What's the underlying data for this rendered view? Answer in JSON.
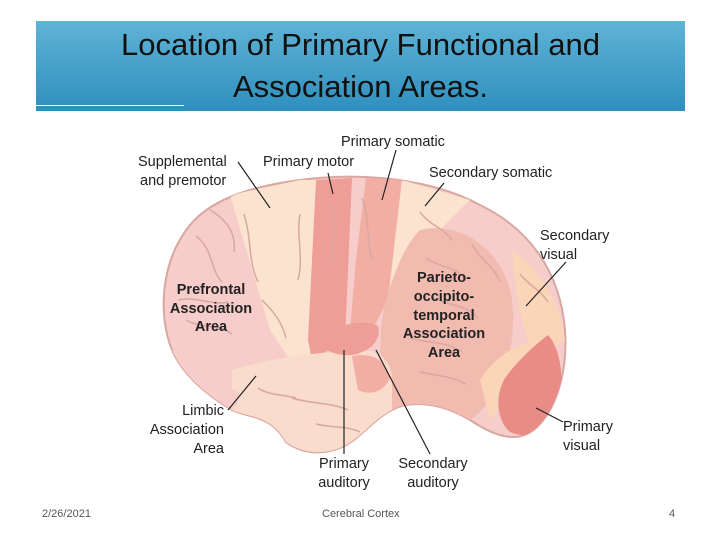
{
  "slide": {
    "title_line1": "Location of Primary Functional and",
    "title_line2": "Association Areas.",
    "footer_date": "2/26/2021",
    "footer_center": "Cerebral Cortex",
    "page_number": "4"
  },
  "diagram": {
    "labels": {
      "supplemental_1": "Supplemental",
      "supplemental_2": "and premotor",
      "primary_motor": "Primary motor",
      "primary_somatic": "Primary somatic",
      "secondary_somatic": "Secondary somatic",
      "secondary_visual_1": "Secondary",
      "secondary_visual_2": "visual",
      "prefrontal_1": "Prefrontal",
      "prefrontal_2": "Association",
      "prefrontal_3": "Area",
      "parieto_1": "Parieto-",
      "parieto_2": "occipito-",
      "parieto_3": "temporal",
      "parieto_4": "Association",
      "parieto_5": "Area",
      "limbic_1": "Limbic",
      "limbic_2": "Association",
      "limbic_3": "Area",
      "primary_visual_1": "Primary",
      "primary_visual_2": "visual",
      "primary_auditory_1": "Primary",
      "primary_auditory_2": "auditory",
      "secondary_auditory_1": "Secondary",
      "secondary_auditory_2": "auditory"
    },
    "colors": {
      "title_bar": "#3a9ccb",
      "prefrontal": "#f6cdca",
      "premotor": "#fbe3cf",
      "primary_motor": "#ee9e97",
      "primary_somatic": "#f3aea3",
      "association": "#f2bbb0",
      "visual_secondary": "#fbd5b8",
      "primary_visual": "#e98c86",
      "outline": "#d9a7a2"
    }
  }
}
